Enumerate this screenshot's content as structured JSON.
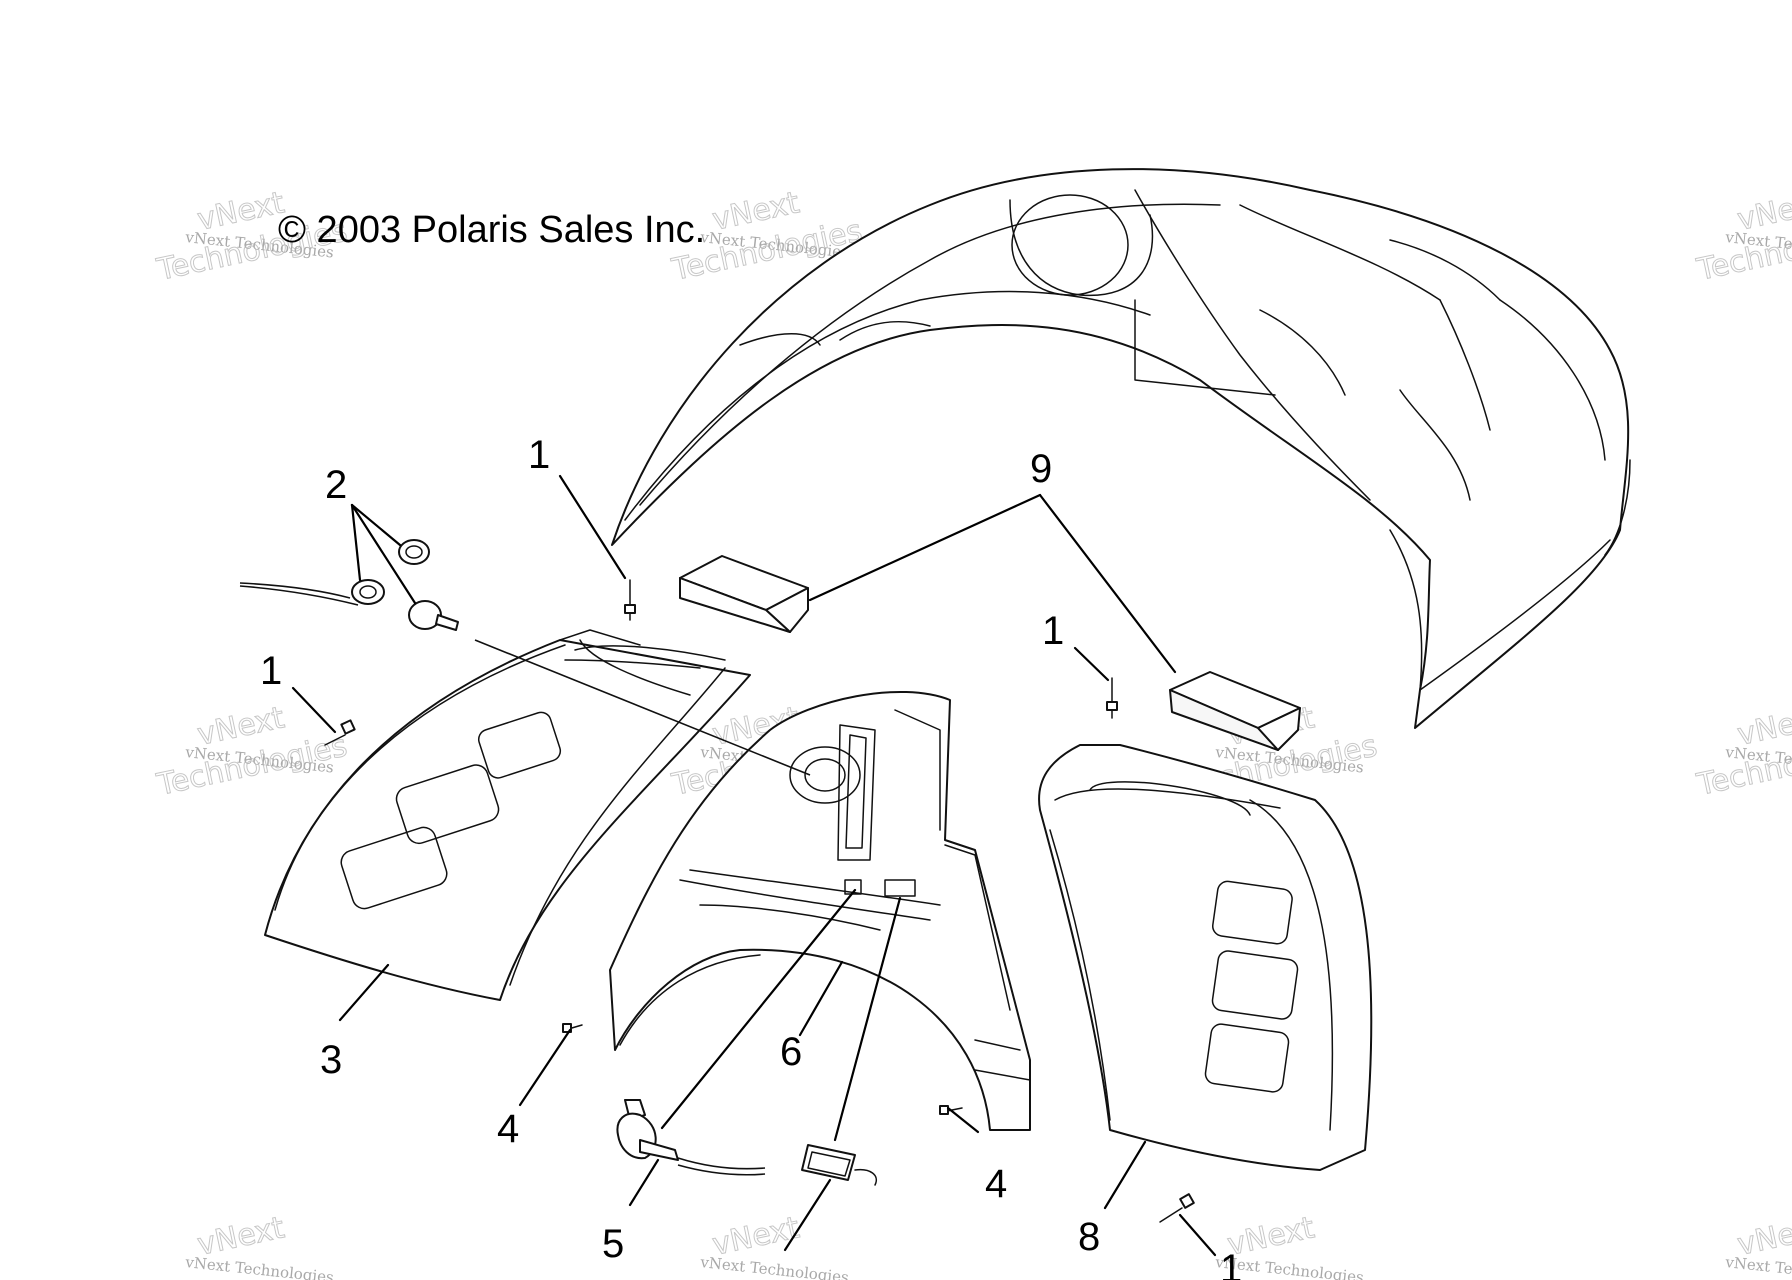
{
  "copyright": "© 2003 Polaris Sales Inc.",
  "watermark": {
    "small": "vNext Technologies",
    "top": "vNext",
    "bottom": "Technologies"
  },
  "callouts": {
    "c1_a": "1",
    "c1_b": "1",
    "c1_c": "1",
    "c1_d": "1",
    "c2": "2",
    "c3": "3",
    "c4_a": "4",
    "c4_b": "4",
    "c5": "5",
    "c6": "6",
    "c8": "8",
    "c9": "9"
  },
  "colors": {
    "line": "#111111",
    "watermark": "#b5b5b5",
    "background": "#ffffff"
  }
}
